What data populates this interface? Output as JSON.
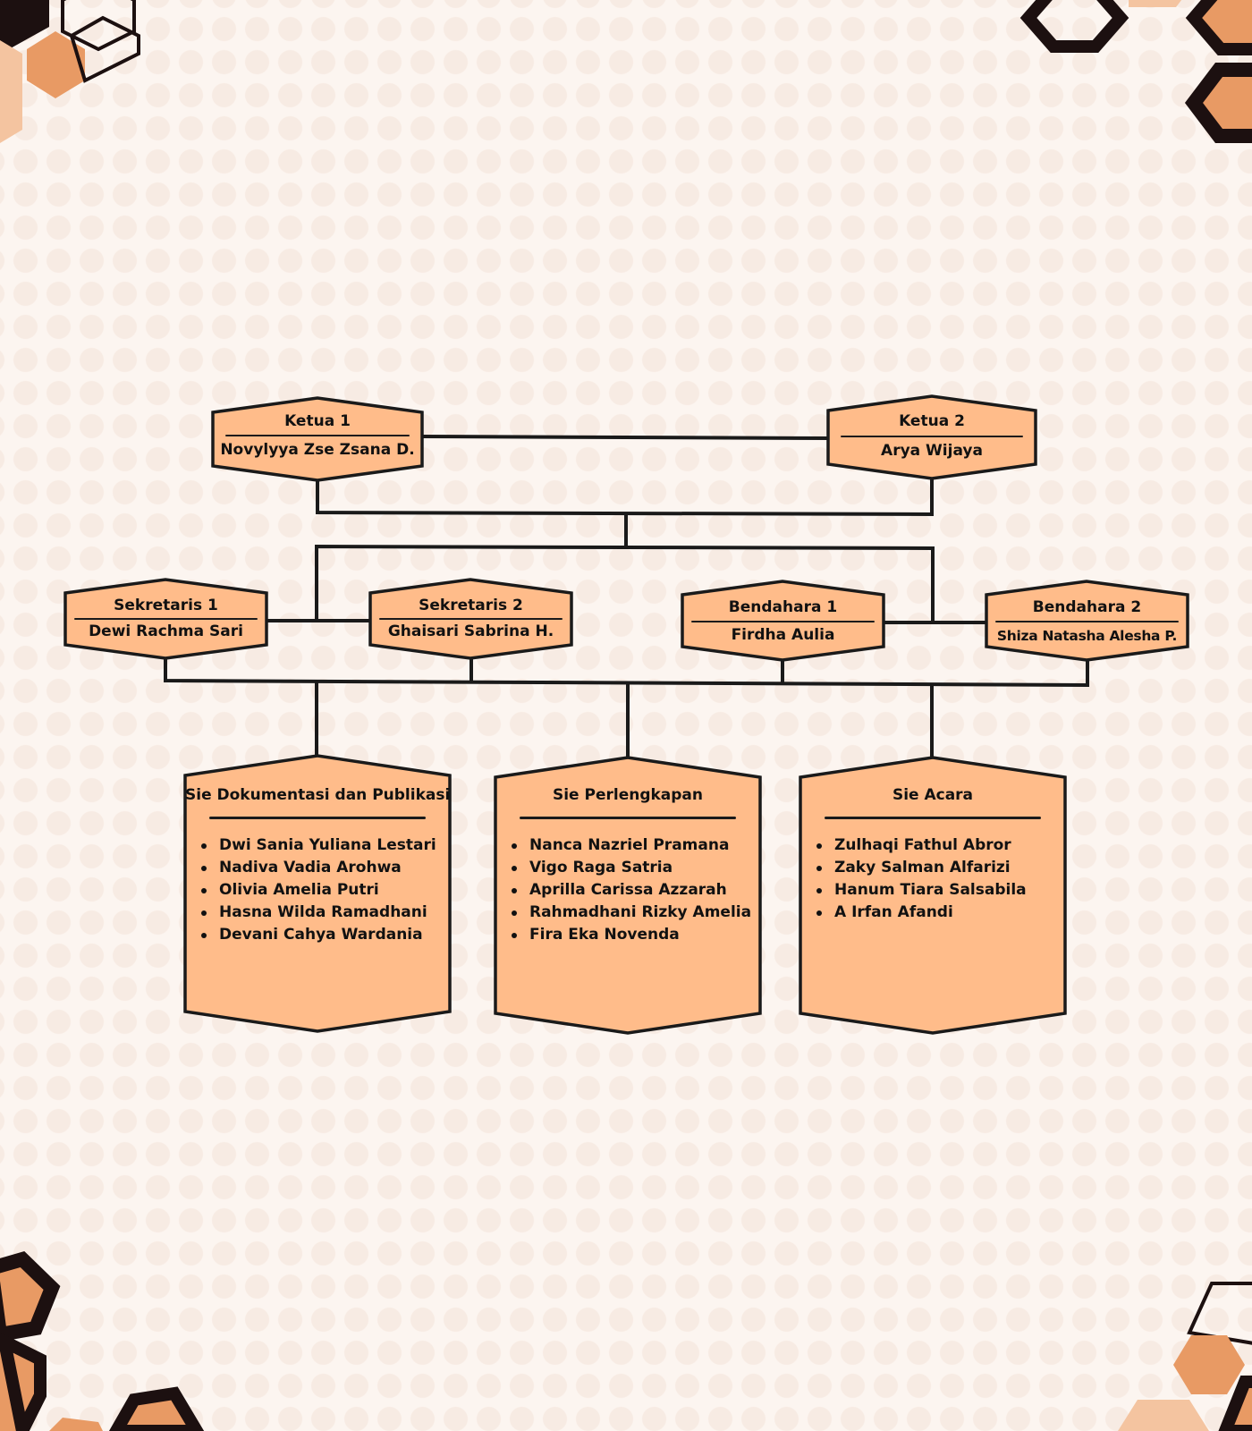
{
  "colors": {
    "node_fill": "#ffbc8a",
    "stroke": "#1a1a1a",
    "background": "#fcf5f0",
    "hex_orange": "#e89a64",
    "hex_light": "#f4c4a0",
    "hex_dark": "#1c1010"
  },
  "leaders": [
    {
      "title": "Ketua 1",
      "name": "Novylyya Zse Zsana D."
    },
    {
      "title": "Ketua 2",
      "name": "Arya Wijaya"
    }
  ],
  "officers": [
    {
      "title": "Sekretaris 1",
      "name": "Dewi Rachma Sari"
    },
    {
      "title": "Sekretaris 2",
      "name": "Ghaisari Sabrina H."
    },
    {
      "title": "Bendahara 1",
      "name": "Firdha Aulia"
    },
    {
      "title": "Bendahara 2",
      "name": "Shiza Natasha Alesha P."
    }
  ],
  "divisions": [
    {
      "title": "Sie Dokumentasi dan Publikasi",
      "members": [
        "Dwi Sania Yuliana Lestari",
        "Nadiva Vadia Arohwa",
        "Olivia Amelia Putri",
        "Hasna Wilda Ramadhani",
        "Devani Cahya Wardania"
      ]
    },
    {
      "title": "Sie Perlengkapan",
      "members": [
        "Nanca Nazriel Pramana",
        "Vigo Raga Satria",
        "Aprilla Carissa Azzarah",
        "Rahmadhani Rizky Amelia",
        "Fira Eka Novenda"
      ]
    },
    {
      "title": "Sie Acara",
      "members": [
        "Zulhaqi Fathul Abror",
        "Zaky Salman Alfarizi",
        "Hanum Tiara Salsabila",
        "A Irfan Afandi"
      ]
    }
  ]
}
